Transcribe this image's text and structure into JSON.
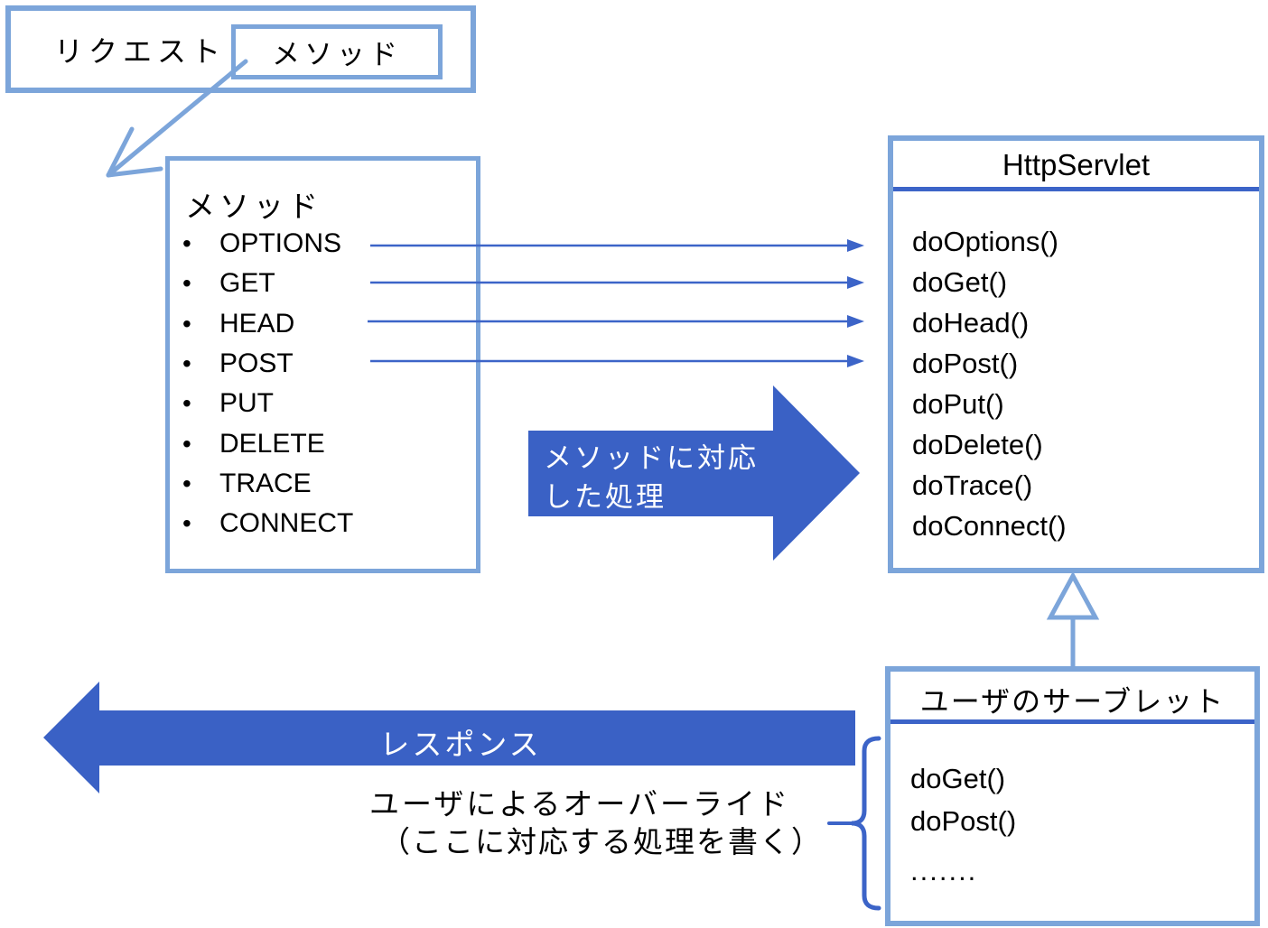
{
  "colors": {
    "light_blue": "#7CA5DA",
    "medium_blue": "#3C64C8",
    "arrow_fill": "#3A61C5",
    "text": "#000000"
  },
  "request_box": {
    "label": "リクエスト",
    "chip_label": "メソッド"
  },
  "method_box": {
    "title": "メソッド",
    "bullet": "•",
    "items": [
      "OPTIONS",
      "GET",
      "HEAD",
      "POST",
      "PUT",
      "DELETE",
      "TRACE",
      "CONNECT"
    ]
  },
  "servlet_box": {
    "title": "HttpServlet",
    "methods": [
      "doOptions()",
      "doGet()",
      "doHead()",
      "doPost()",
      "doPut()",
      "doDelete()",
      "doTrace()",
      "doConnect()"
    ]
  },
  "mapping_arrow": {
    "label_line1": "メソッドに対応",
    "label_line2": "した処理"
  },
  "response_arrow": {
    "label": "レスポンス"
  },
  "user_box": {
    "title": "ユーザのサーブレット",
    "methods": [
      "doGet()",
      "doPost()",
      "......."
    ]
  },
  "annotation": {
    "line1": "ユーザによるオーバーライド",
    "line2": "（ここに対応する処理を書く）"
  }
}
